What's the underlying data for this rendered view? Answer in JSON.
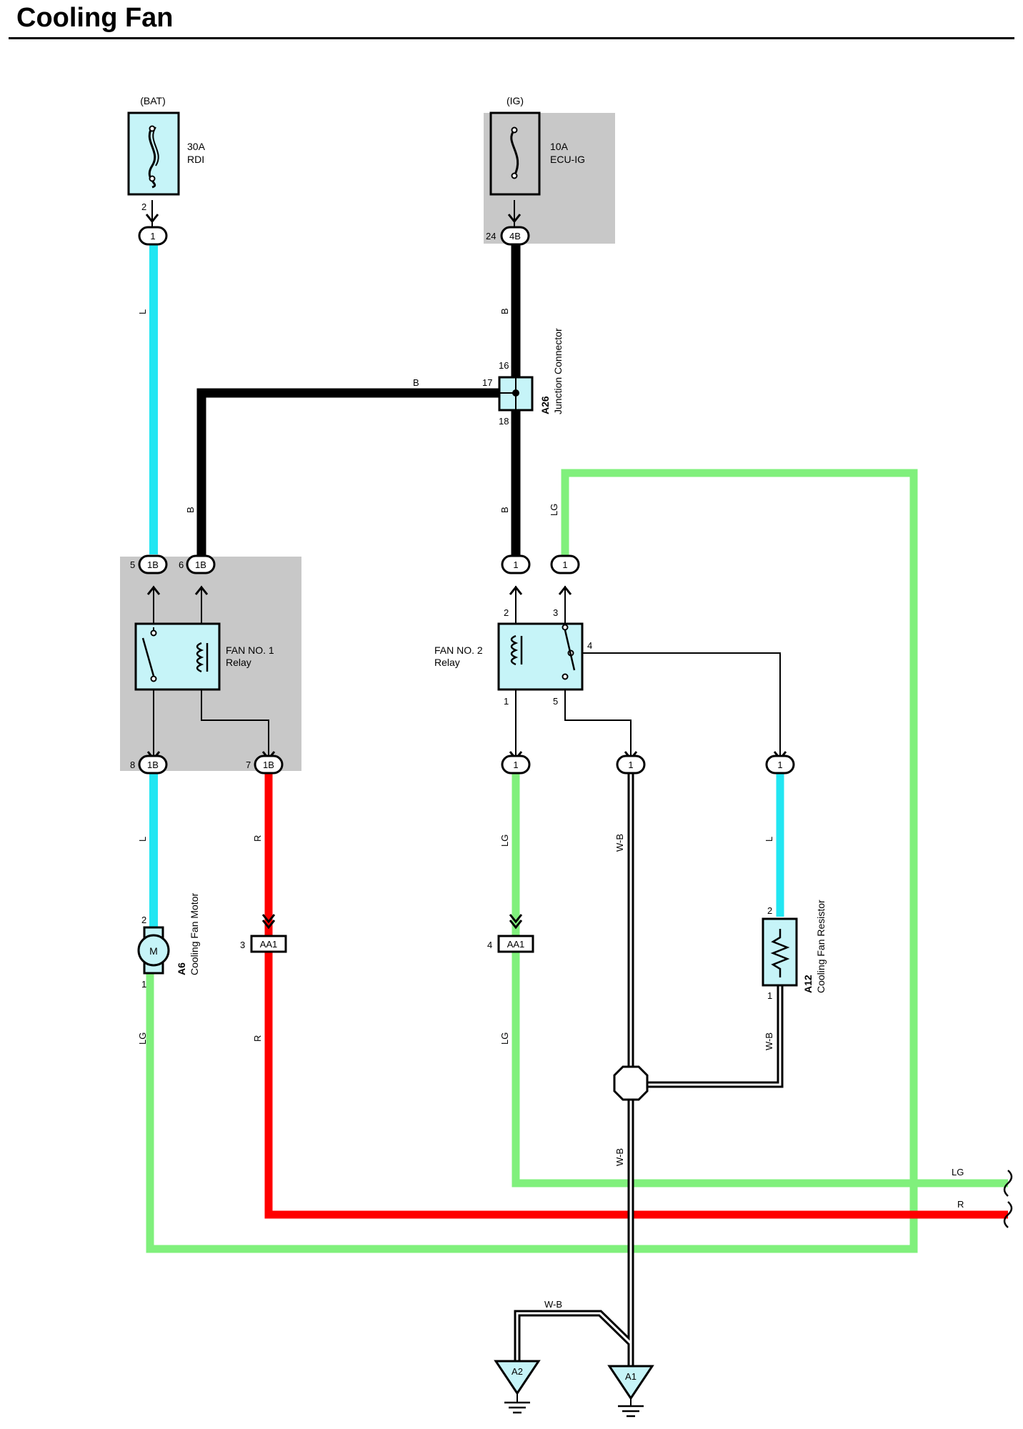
{
  "title": "Cooling Fan",
  "colors": {
    "L": "#22e6f2",
    "B": "#000000",
    "LG": "#80f07c",
    "R": "#ff0000",
    "WB": "#000000",
    "box": "#c8c8c8",
    "component": "#c6f4f8"
  },
  "power": {
    "bat": "(BAT)",
    "ig": "(IG)"
  },
  "fuses": {
    "rdi": {
      "rating": "30A",
      "name": "RDI"
    },
    "ecu_ig": {
      "rating": "10A",
      "name": "ECU-IG"
    }
  },
  "junction": {
    "code": "A26",
    "name": "Junction Connector",
    "pins": [
      "16",
      "17",
      "18"
    ]
  },
  "relay1": {
    "name": "FAN NO. 1",
    "sub": "Relay"
  },
  "relay2": {
    "name": "FAN NO. 2",
    "sub": "Relay"
  },
  "motor": {
    "code": "A6",
    "name": "Cooling Fan Motor",
    "symbol": "M"
  },
  "resistor": {
    "code": "A12",
    "name": "Cooling Fan Resistor"
  },
  "connectors": {
    "c1": "1",
    "c4b": "4B",
    "c1b": "1B",
    "aa1": "AA1"
  },
  "grounds": [
    "A2",
    "A1"
  ],
  "pins": {
    "fuse_rdi": "2",
    "fuse_ecu": "24",
    "relay1_top_left": "5",
    "relay1_top_right": "6",
    "relay1_bot_left": "8",
    "relay1_bot_right": "7",
    "relay2_2": "2",
    "relay2_3": "3",
    "relay2_4": "4",
    "relay2_1": "1",
    "relay2_5": "5",
    "motor_top": "2",
    "motor_bot": "1",
    "aa1_left": "3",
    "aa1_right": "4",
    "resistor_top": "2",
    "resistor_bot": "1"
  },
  "wires": {
    "L": "L",
    "B": "B",
    "LG": "LG",
    "R": "R",
    "WB": "W-B"
  }
}
